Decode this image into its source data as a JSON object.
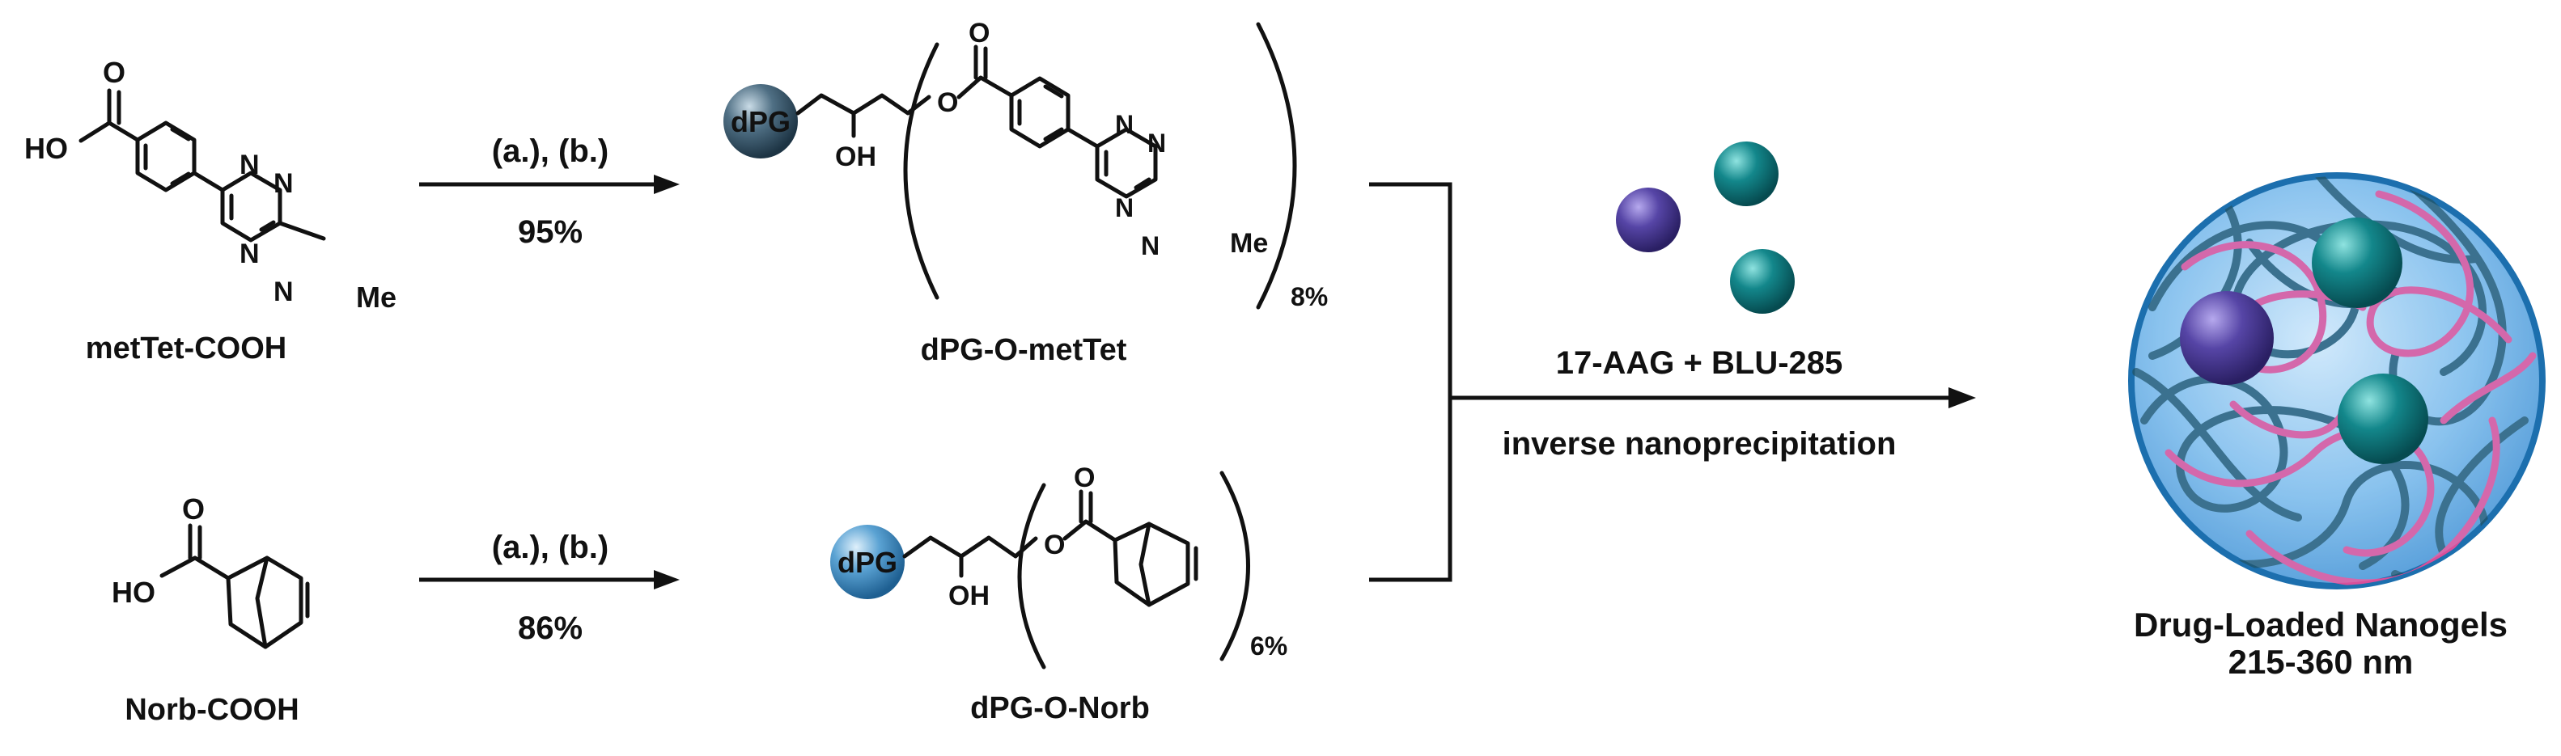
{
  "compounds": {
    "mettet_cooh": {
      "name": "metTet-COOH",
      "ho": "HO",
      "o": "O",
      "n": "N",
      "me": "Me"
    },
    "norb_cooh": {
      "name": "Norb-COOH",
      "ho": "HO",
      "o": "O"
    },
    "dpg_o_mettet": {
      "name": "dPG-O-metTet",
      "core": "dPG",
      "oh": "OH",
      "o": "O",
      "n": "N",
      "me": "Me",
      "fraction": "8%"
    },
    "dpg_o_norb": {
      "name": "dPG-O-Norb",
      "core": "dPG",
      "oh": "OH",
      "o": "O",
      "fraction": "6%"
    }
  },
  "reactions": {
    "top": {
      "conditions": "(a.), (b.)",
      "yield": "95%"
    },
    "bottom": {
      "conditions": "(a.), (b.)",
      "yield": "86%"
    },
    "combine": {
      "drugs": "17-AAG + BLU-285",
      "method": "inverse nanoprecipitation"
    }
  },
  "product": {
    "title": "Drug-Loaded Nanogels",
    "size": "215-360 nm"
  },
  "colors": {
    "dpg_dark": "#2e4a5c",
    "dpg_light": "#3f86b8",
    "drug_purple": "#4b3b96",
    "drug_teal": "#0f7a7f",
    "gel_blue": "#5aa6e3",
    "gel_strand_dark": "#1f5a78",
    "gel_strand_pink": "#d94f9a"
  }
}
